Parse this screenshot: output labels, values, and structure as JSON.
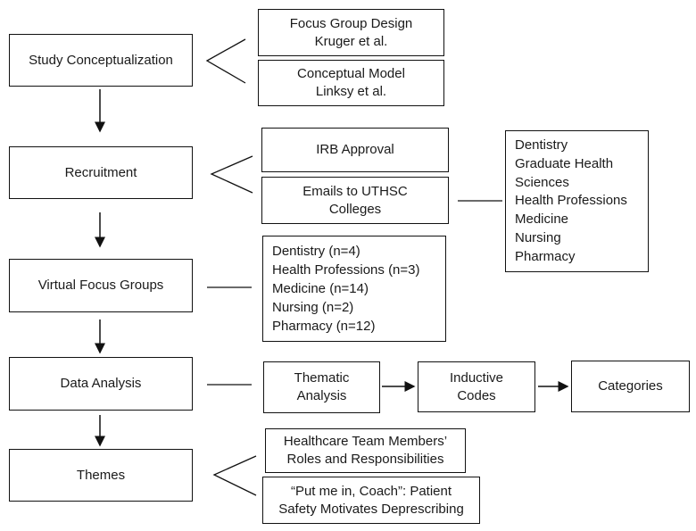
{
  "stages": [
    {
      "label": "Study Conceptualization"
    },
    {
      "label": "Recruitment"
    },
    {
      "label": "Virtual Focus Groups"
    },
    {
      "label": "Data Analysis"
    },
    {
      "label": "Themes"
    }
  ],
  "conceptualization": {
    "focus_group": [
      "Focus Group Design",
      "Kruger et al."
    ],
    "conceptual_model": [
      "Conceptual Model",
      "Linksy et al."
    ]
  },
  "recruitment": {
    "irb": "IRB Approval",
    "emails": [
      "Emails to UTHSC",
      "Colleges"
    ],
    "colleges": [
      "Dentistry",
      "Graduate Health",
      "Sciences",
      "Health Professions",
      "Medicine",
      "Nursing",
      "Pharmacy"
    ]
  },
  "focus_groups": [
    "Dentistry (n=4)",
    "Health Professions (n=3)",
    "Medicine (n=14)",
    "Nursing (n=2)",
    "Pharmacy (n=12)"
  ],
  "analysis": {
    "thematic": [
      "Thematic",
      "Analysis"
    ],
    "inductive": [
      "Inductive",
      "Codes"
    ],
    "categories": "Categories"
  },
  "themes": {
    "roles": [
      "Healthcare Team Members’",
      "Roles and Responsibilities"
    ],
    "coach": [
      "“Put me in, Coach”: Patient",
      "Safety Motivates Deprescribing"
    ]
  }
}
